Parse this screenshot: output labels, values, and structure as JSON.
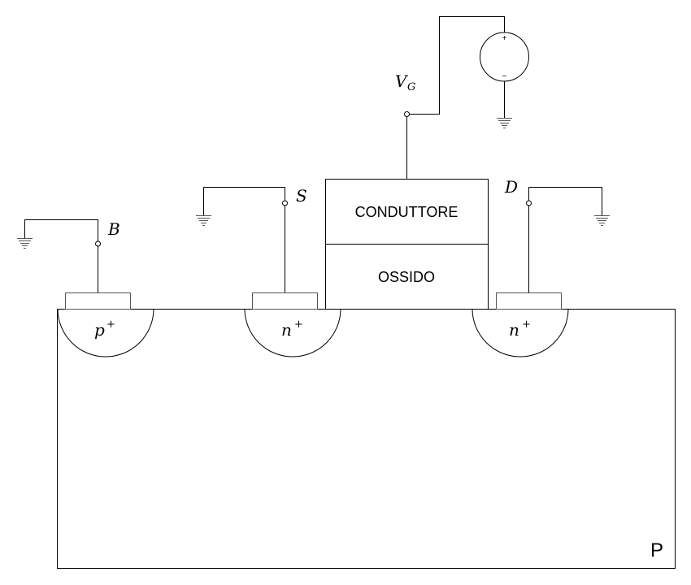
{
  "diagram": {
    "title": "MOSFET cross-section",
    "substrate": {
      "label": "P"
    },
    "gate_stack": {
      "conductor_label": "CONDUTTORE",
      "oxide_label": "OSSIDO"
    },
    "wells": [
      {
        "id": "body",
        "base": "p",
        "sup": "+"
      },
      {
        "id": "source",
        "base": "n",
        "sup": "+"
      },
      {
        "id": "drain",
        "base": "n",
        "sup": "+"
      }
    ],
    "terminals": {
      "body": {
        "label": "B",
        "connected_to": "ground"
      },
      "source": {
        "label": "S",
        "connected_to": "ground"
      },
      "drain": {
        "label": "D",
        "connected_to": "ground"
      },
      "gate": {
        "label": "V",
        "subscript": "G",
        "connected_to": "voltage-source"
      }
    },
    "voltage_source": {
      "plus": "+",
      "minus": "−",
      "connected_to": "ground"
    }
  }
}
